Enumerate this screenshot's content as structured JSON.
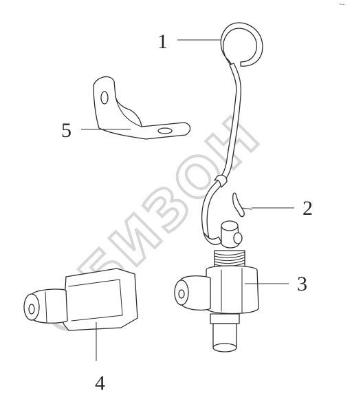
{
  "watermark": {
    "text": "БИЗОН",
    "color": "#d7d7d7"
  },
  "corner_mark": "~-",
  "callouts": [
    {
      "id": "1",
      "label": "1"
    },
    {
      "id": "2",
      "label": "2"
    },
    {
      "id": "3",
      "label": "3"
    },
    {
      "id": "4",
      "label": "4"
    },
    {
      "id": "5",
      "label": "5"
    }
  ],
  "colors": {
    "line": "#2a2a2a",
    "background": "#ffffff"
  }
}
